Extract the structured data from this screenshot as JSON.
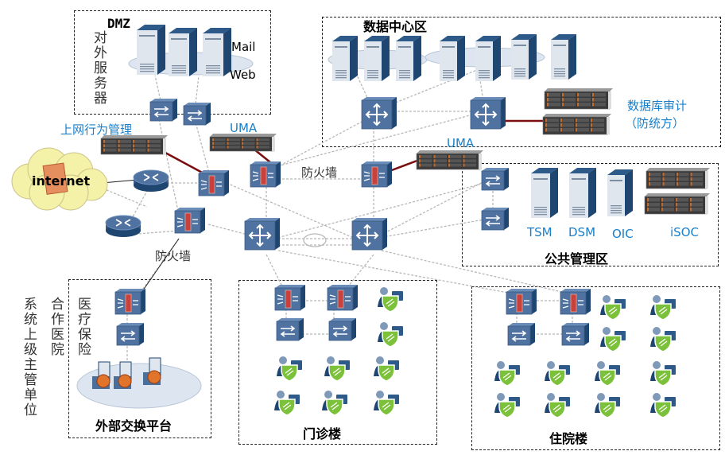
{
  "title": "医院网络拓扑图",
  "colors": {
    "device_dark": "#3a5a84",
    "device_face": "#4f72a0",
    "device_light": "#6a8cb8",
    "server_front": "#dfe6ee",
    "server_side": "#1f4670",
    "firewall_red": "#c8413a",
    "uplink_red": "#7a0d10",
    "link_gray": "#b8b8b8",
    "label_blue": "#1a7fc9",
    "cloud_fill": "#f4f1a8",
    "shield_green": "#7cc13a"
  },
  "zones": {
    "dmz": {
      "title": "DMZ",
      "side_label": "对外服务器",
      "mail": "Mail",
      "web": "Web"
    },
    "datacenter": {
      "title": "数据中心区",
      "db_audit": "数据库审计",
      "db_audit_sub": "（防统方）"
    },
    "public_mgmt": {
      "title": "公共管理区",
      "servers": [
        "TSM",
        "DSM",
        "OIC",
        "iSOC"
      ]
    },
    "external_exchange": {
      "title": "外部交换平台",
      "side_label": "医疗保险"
    },
    "outpatient": {
      "title": "门诊楼"
    },
    "inpatient": {
      "title": "住院楼"
    }
  },
  "labels": {
    "internet": "internet",
    "web_behavior": "上网行为管理",
    "uma_left": "UMA",
    "uma_center": "UMA",
    "firewall_top": "防火墙",
    "firewall_left": "防火墙",
    "partner_hospital": "合作医院",
    "superior_unit": "系统上级主管单位"
  },
  "counts": {
    "outpatient_terminals": 8,
    "inpatient_terminals": 12,
    "datacenter_servers": 7,
    "dmz_servers": 3
  }
}
